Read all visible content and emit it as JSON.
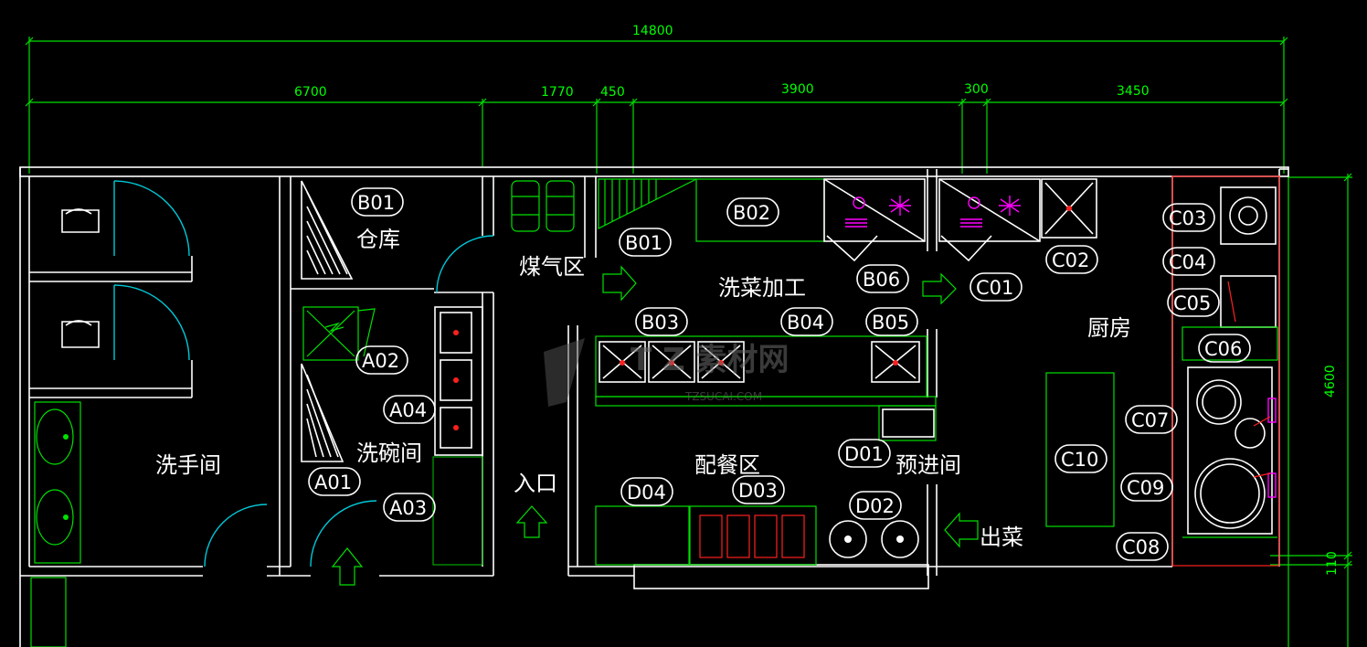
{
  "dimensions": {
    "total": "14800",
    "d1": "6700",
    "d2": "1770",
    "d3": "450",
    "d4": "3900",
    "d5": "300",
    "d6": "3450",
    "height": "4600",
    "small": "110"
  },
  "rooms": {
    "wash_hands": "洗手间",
    "warehouse": "仓库",
    "gas_area": "煤气区",
    "veg_processing": "洗菜加工",
    "kitchen": "厨房",
    "dish_washing": "洗碗间",
    "entrance": "入口",
    "serving_area": "配餐区",
    "pre_entry": "预进间",
    "dish_out": "出菜"
  },
  "tags": {
    "b01a": "B01",
    "b01b": "B01",
    "b02": "B02",
    "b03": "B03",
    "b04": "B04",
    "b05": "B05",
    "b06": "B06",
    "a01": "A01",
    "a02": "A02",
    "a03": "A03",
    "a04": "A04",
    "c01": "C01",
    "c02": "C02",
    "c03": "C03",
    "c04": "C04",
    "c05": "C05",
    "c06": "C06",
    "c07": "C07",
    "c08": "C08",
    "c09": "C09",
    "c10": "C10",
    "d01": "D01",
    "d02": "D02",
    "d03": "D03",
    "d04": "D04"
  },
  "watermark": {
    "main": "T Z 素材网",
    "sub": "TZSUCAI.COM"
  },
  "colors": {
    "background": "#000000",
    "walls": "#ffffff",
    "fixtures": "#00e000",
    "doors": "#00c8d8",
    "accent": "#ff00ff",
    "dimension_text": "#00ff00"
  }
}
